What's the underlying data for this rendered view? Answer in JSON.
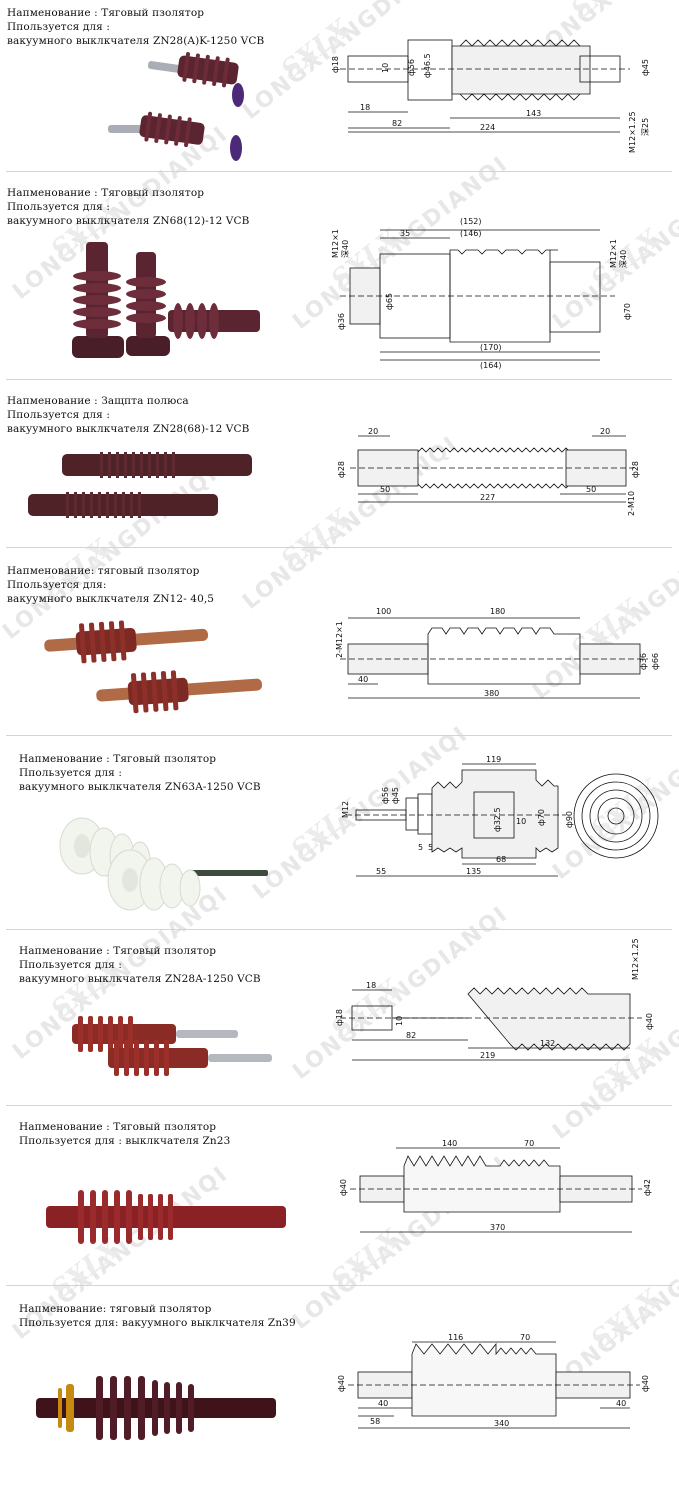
{
  "watermark": {
    "text": "LONGXIANGDIANQI",
    "logo": "SXLX"
  },
  "colors": {
    "porcelain_brown": "#5a2530",
    "porcelain_red": "#8a2b26",
    "porcelain_white": "#f2f4ee",
    "metal": "#b9bcc4",
    "line": "#111111"
  },
  "products": [
    {
      "id": "p1",
      "caption": [
        "Напменование : Тяговый пзолятор",
        "Ппользуется для :",
        "вакуумного выклкчателя ZN28(A)K-1250 VCB"
      ],
      "dims": [
        "ф18",
        "10",
        "ф56",
        "ф46.5",
        "18",
        "82",
        "143",
        "224",
        "ф45",
        "M12×1.25",
        "深25"
      ]
    },
    {
      "id": "p2",
      "caption": [
        "Напменование : Тяговый пзолятор",
        "Ппользуется для :",
        "вакуумного выклкчателя ZN68(12)-12 VCB"
      ],
      "dims": [
        "(152)",
        "(146)",
        "35",
        "M12×1",
        "深40",
        "ф36",
        "ф65",
        "(170)",
        "(164)",
        "M12×1",
        "深40",
        "ф70"
      ]
    },
    {
      "id": "p3",
      "caption": [
        "Напменование : Защпта полюса",
        "Ппользуется для :",
        "вакуумного выклкчателя ZN28(68)-12 VCB"
      ],
      "dims": [
        "20",
        "20",
        "ф28",
        "ф28",
        "50",
        "227",
        "50",
        "2-M10"
      ]
    },
    {
      "id": "p4",
      "caption": [
        "Напменование: тяговый пзолятор",
        "Ппользуется для:",
        "вакуумного выклкчателя ZN12- 40,5"
      ],
      "dims": [
        "100",
        "180",
        "2-M12×1",
        "40",
        "380",
        "ф36",
        "ф66"
      ]
    },
    {
      "id": "p5",
      "caption": [
        "Напменование : Тяговый пзолятор",
        "Ппользуется для :",
        "вакуумного выклкчателя ZN63A-1250 VCB"
      ],
      "dims": [
        "119",
        "M12",
        "ф56",
        "ф45",
        "ф32.5",
        "10",
        "ф70",
        "ф90",
        "5",
        "5",
        "68",
        "55",
        "135"
      ]
    },
    {
      "id": "p6",
      "caption": [
        "Напменование : Тяговый пзолятор",
        "Ппользуется для :",
        "вакуумного выклкчателя ZN28A-1250 VCB"
      ],
      "dims": [
        "18",
        "ф18",
        "10",
        "82",
        "132",
        "219",
        "M12×1.25",
        "ф40"
      ]
    },
    {
      "id": "p7",
      "caption": [
        "Напменование : Тяговый пзолятор",
        "Ппользуется для : выклкчателя Zn23"
      ],
      "dims": [
        "140",
        "70",
        "ф40",
        "370",
        "ф42"
      ]
    },
    {
      "id": "p8",
      "caption": [
        "Напменование: тяговый пзолятор",
        "Ппользуется для: вакуумного выклкчателя Zn39"
      ],
      "dims": [
        "116",
        "70",
        "ф40",
        "40",
        "58",
        "40",
        "340",
        "ф40"
      ]
    }
  ]
}
